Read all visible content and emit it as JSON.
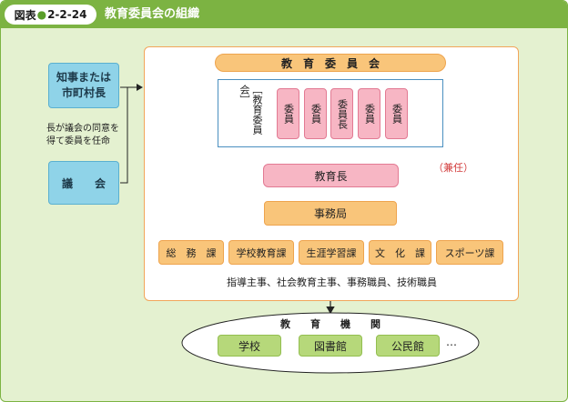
{
  "header": {
    "figure_prefix": "図表",
    "figure_number": "2-2-24",
    "title": "教育委員会の組織"
  },
  "left": {
    "mayor": "知事または\n市町村長",
    "assembly": "議　　会",
    "consent_note": "長が議会の同意を\n得て委員を任命"
  },
  "board": {
    "title": "教　育　委　員　会",
    "bracket_label": "［教育委員会］",
    "members": [
      "委員",
      "委員",
      "委員長",
      "委員",
      "委員"
    ],
    "superintendent": "教育長",
    "concurrent_note": "（兼任）"
  },
  "secretariat": {
    "title": "事務局",
    "sections": [
      "総　務　課",
      "学校教育課",
      "生涯学習課",
      "文　化　課",
      "スポーツ課"
    ],
    "staff": "指導主事、社会教育主事、事務職員、技術職員"
  },
  "institutions": {
    "title": "教　　育　　機　　関",
    "items": [
      "学校",
      "図書館",
      "公民館"
    ],
    "more": "…"
  }
}
